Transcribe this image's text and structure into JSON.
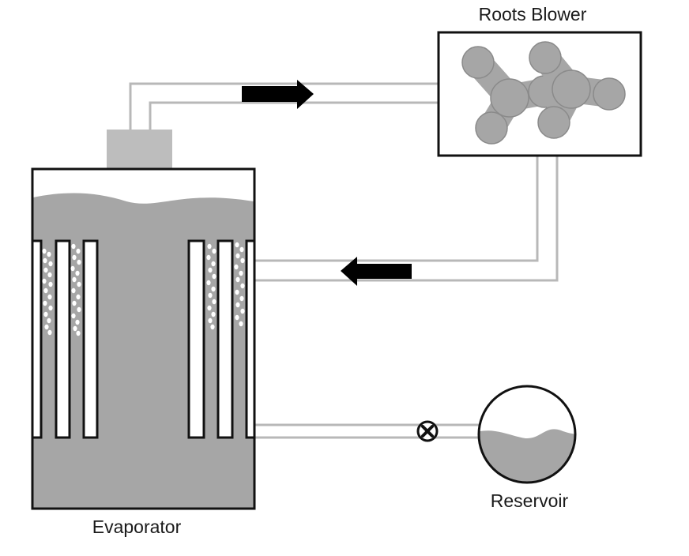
{
  "labels": {
    "blower": "Roots Blower",
    "evaporator": "Evaporator",
    "reservoir": "Reservoir"
  },
  "icons": {
    "flow_arrow_top": "arrow-right-icon",
    "flow_arrow_return": "arrow-left-icon",
    "valve": "valve-icon"
  },
  "colors": {
    "liquid": "#a6a6a6",
    "pipe": "#b8b8b8",
    "outline": "#111111",
    "arrow": "#000000",
    "bubble": "#ffffff",
    "vapor_dome": "#bdbdbd"
  }
}
